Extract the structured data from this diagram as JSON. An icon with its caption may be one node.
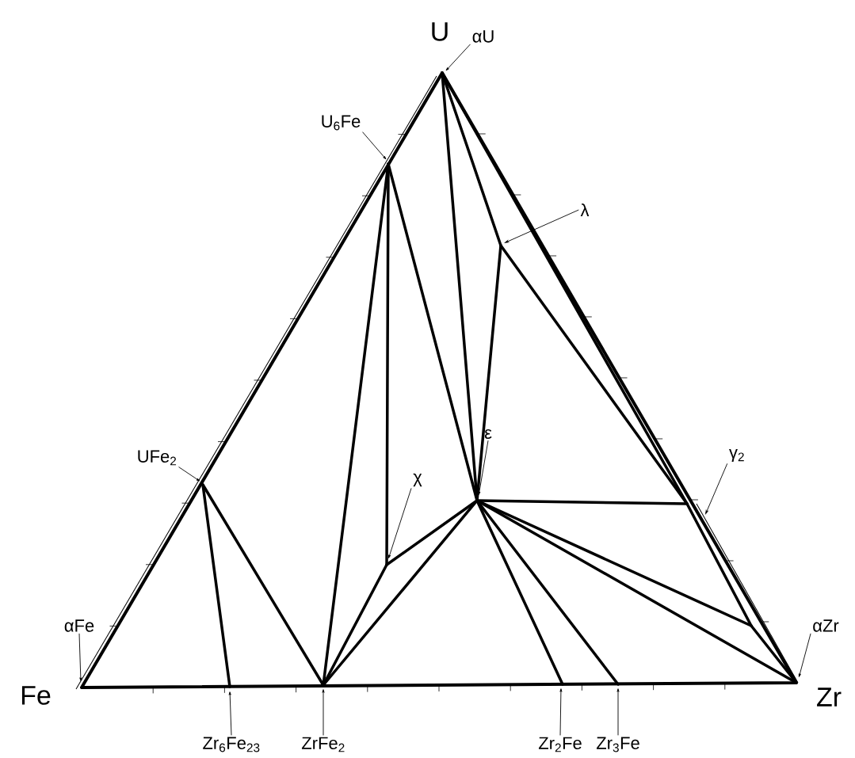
{
  "diagram": {
    "nodes": [
      {
        "text": [
          "αU"
        ]
      },
      {
        "text": [
          "U$_{6}$Fe"
        ]
      },
      {
        "text": [
          "λ"
        ]
      },
      {
        "text": [
          "UFe$_{2}$"
        ]
      },
      {
        "text": [
          "ε"
        ]
      },
      {
        "text": [
          "χ"
        ]
      },
      {
        "text": [
          "γ$_{2}$"
        ]
      },
      {
        "text": [
          "αFe"
        ]
      },
      {
        "text": [
          "αZr"
        ]
      },
      {
        "text": [
          "Zr$_{6}$Fe$_{23}$"
        ]
      },
      {
        "text": [
          "ZrFe$_{2}$"
        ]
      },
      {
        "text": [
          "Zr$_{2}$Fe"
        ]
      },
      {
        "text": [
          "Zr$_{3}$Fe"
        ]
      }
    ],
    "edges": [
      {
        "from": 0,
        "to": null,
        "arrow": "to"
      },
      {
        "from": 1,
        "to": null,
        "arrow": "to"
      },
      {
        "from": 2,
        "to": null,
        "arrow": "to"
      },
      {
        "from": 3,
        "to": null,
        "arrow": "to"
      },
      {
        "from": 4,
        "to": null,
        "arrow": "to"
      },
      {
        "from": 5,
        "to": null,
        "arrow": "to"
      },
      {
        "from": 6,
        "to": null,
        "arrow": "to"
      },
      {
        "from": 7,
        "to": null,
        "arrow": "to"
      },
      {
        "from": 8,
        "to": null,
        "arrow": "to"
      },
      {
        "from": 9,
        "to": null,
        "arrow": "to"
      },
      {
        "from": 10,
        "to": null,
        "arrow": "to"
      },
      {
        "from": 11,
        "to": null,
        "arrow": "to"
      },
      {
        "from": 12,
        "to": null,
        "arrow": "to"
      }
    ],
    "labels": [
      "U",
      "Fe",
      "Zr"
    ]
  }
}
